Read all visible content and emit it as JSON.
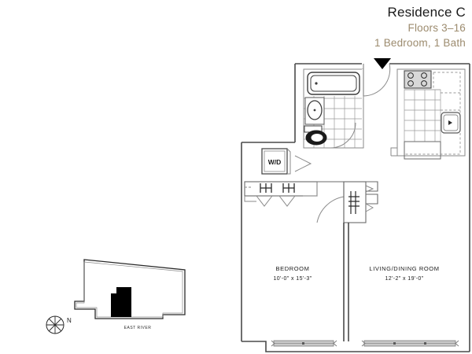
{
  "header": {
    "title": "Residence C",
    "floors": "Floors 3–16",
    "config": "1 Bedroom, 1 Bath"
  },
  "plan": {
    "entry_marker": "entry-door-marker",
    "rooms": [
      {
        "name": "BEDROOM",
        "dimensions": "10'-0\" x 15'-3\""
      },
      {
        "name": "LIVING/DINING ROOM",
        "dimensions": "12'-2\" x 19'-0\""
      }
    ],
    "appliance_label": "W/D",
    "fixtures": [
      "bathtub",
      "sink-vanity",
      "toilet",
      "tile-floor",
      "kitchen-range",
      "kitchen-sink",
      "upper-cabinets",
      "washer-dryer",
      "closet-rod"
    ]
  },
  "keyplan": {
    "orientation_label": "N",
    "river_label": "EAST RIVER"
  },
  "colors": {
    "title": "#1a1a1a",
    "subtitle": "#9c8b6e",
    "wall": "#4a4a4a",
    "thin": "#8a8a8a",
    "window_fill": "#c9c9c9",
    "highlight": "#000000",
    "background": "#ffffff"
  }
}
